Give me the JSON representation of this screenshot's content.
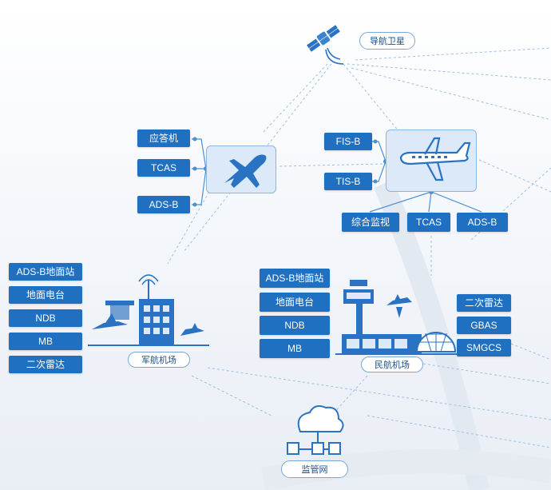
{
  "satellite": {
    "label": "导航卫星"
  },
  "military_aircraft": {
    "items": [
      "应答机",
      "TCAS",
      "ADS-B"
    ]
  },
  "civil_aircraft": {
    "left_items": [
      "FIS-B",
      "TIS-B"
    ],
    "bottom_items": [
      "综合监视",
      "TCAS",
      "ADS-B"
    ]
  },
  "military_airport": {
    "label": "军航机场",
    "items": [
      "ADS-B地面站",
      "地面电台",
      "NDB",
      "MB",
      "二次雷达"
    ]
  },
  "civil_airport": {
    "label": "民航机场",
    "left_items": [
      "ADS-B地面站",
      "地面电台",
      "NDB",
      "MB"
    ],
    "right_items": [
      "二次雷达",
      "GBAS",
      "SMGCS"
    ]
  },
  "network": {
    "label": "监管网"
  },
  "colors": {
    "box_blue": "#1f70c1",
    "icon_blue": "#2a73c4",
    "panel_blue": "#dbe9f8",
    "line_blue": "#9cc0e6"
  }
}
